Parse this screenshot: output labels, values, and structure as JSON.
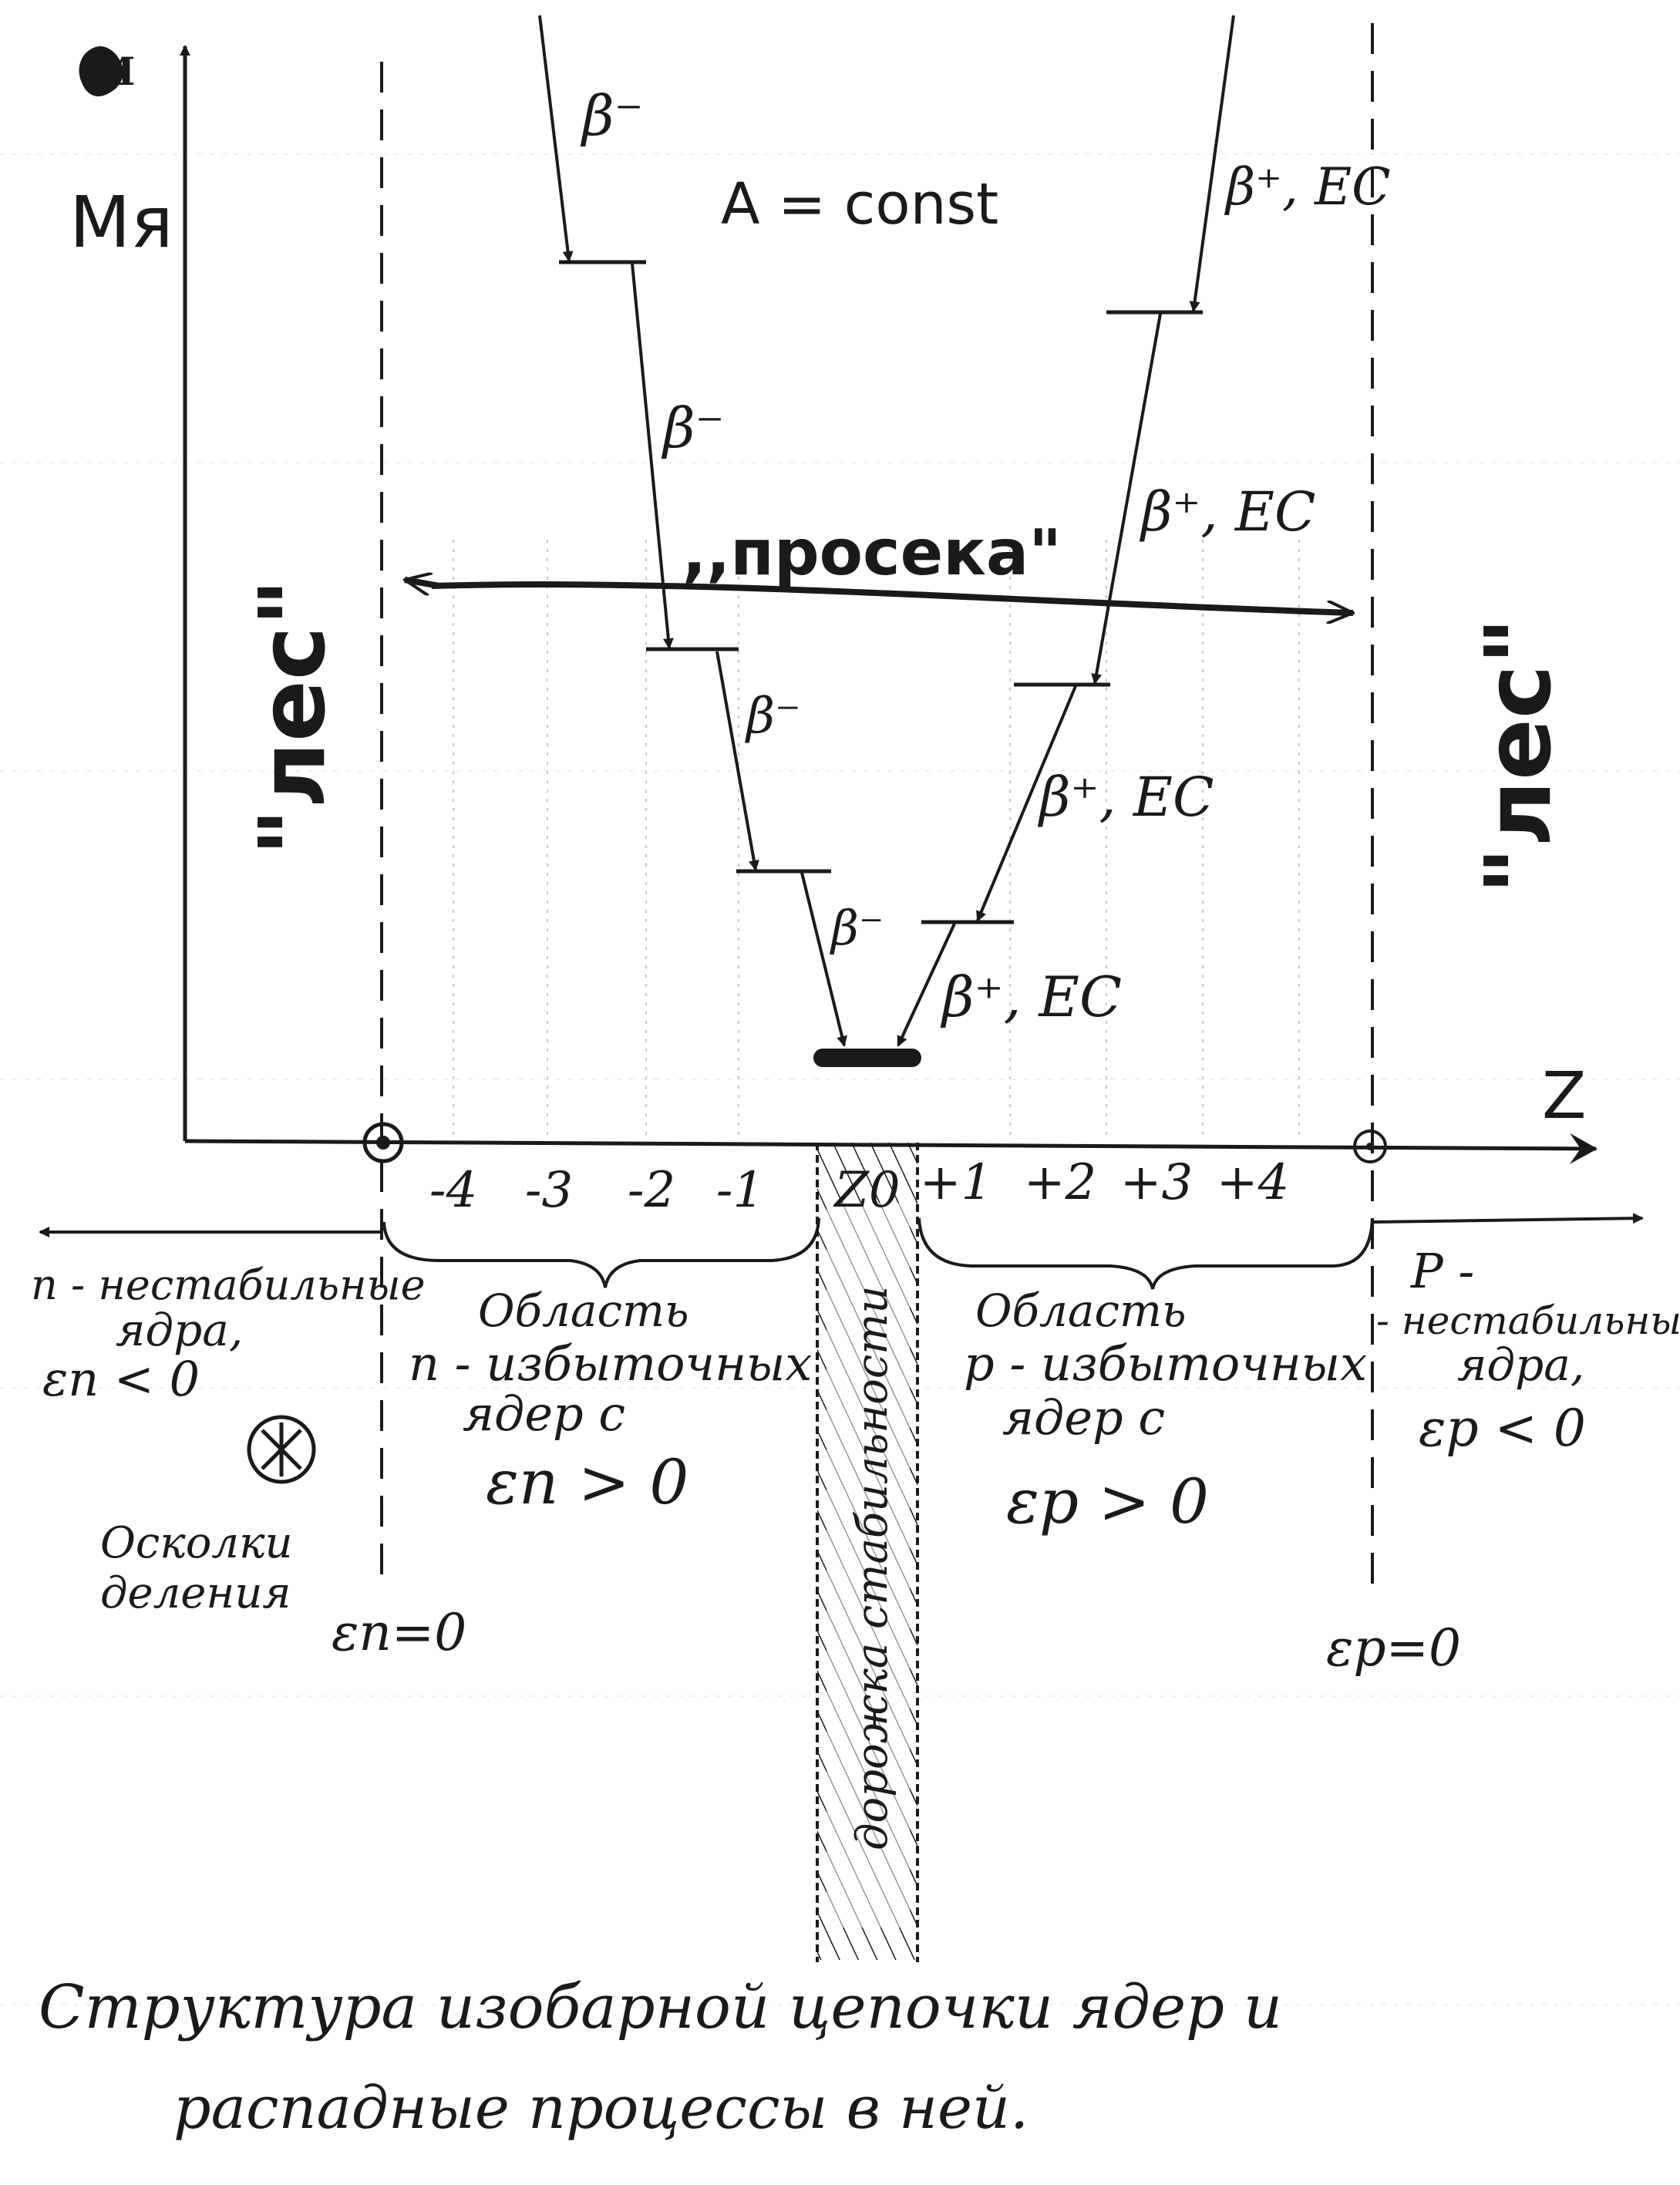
{
  "axes": {
    "y_label": "Mя",
    "x_label": "Z",
    "corner_mark": "M"
  },
  "header": {
    "a_const": "A = const",
    "prosekа": ",,просека\"",
    "forest_left": "\"лес\"",
    "forest_right": "\"лес\""
  },
  "ticks": [
    "-4",
    "-3",
    "-2",
    "-1",
    "Z0",
    "+1",
    "+2",
    "+3",
    "+4"
  ],
  "decays": {
    "beta_minus": "β⁻",
    "beta_plus_ec": "β⁺, EC"
  },
  "stability_valley": "дорожка стабильности",
  "left_edge": {
    "title_line1": "n - нестабильные",
    "title_line2": "ядра,",
    "title_line3": "εn < 0",
    "fragments_line1": "Осколки",
    "fragments_line2": "деления",
    "boundary": "εn=0"
  },
  "n_region": {
    "line1": "Область",
    "line2": "n - избыточных",
    "line3": "ядер с",
    "line4": "εn > 0"
  },
  "p_region": {
    "line1": "Область",
    "line2": "p - избыточных",
    "line3": "ядер с",
    "line4": "εp > 0"
  },
  "right_edge": {
    "title_line1": "P -",
    "title_line2": "- нестабильны",
    "title_line3": "ядра,",
    "title_line4": "εp < 0",
    "boundary": "εp=0"
  },
  "caption": {
    "line1": "Структура изобарной цепочки ядер и",
    "line2": "распадные процессы в ней."
  },
  "colors": {
    "ink": "#1a1a1a",
    "paper": "#ffffff"
  }
}
